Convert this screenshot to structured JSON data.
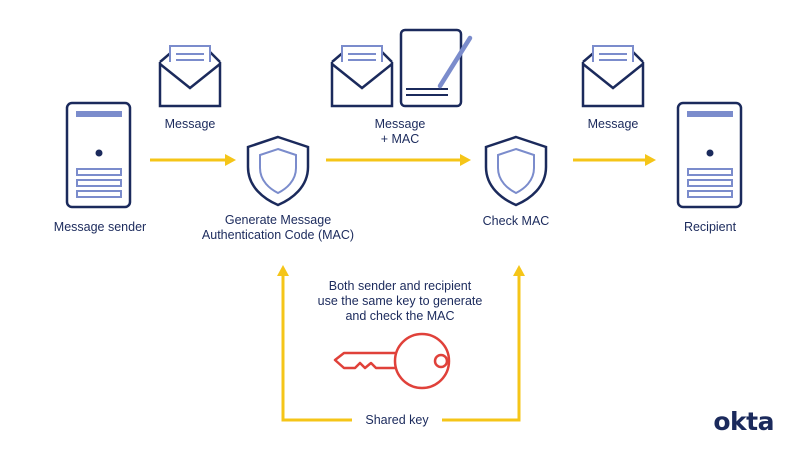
{
  "nodes": {
    "sender": {
      "label": "Message sender"
    },
    "generate": {
      "label_lines": [
        "Generate Message",
        "Authentication Code (MAC)"
      ]
    },
    "check": {
      "label": "Check MAC"
    },
    "recipient": {
      "label": "Recipient"
    }
  },
  "messages": {
    "first": {
      "label": "Message"
    },
    "second": {
      "label_lines": [
        "Message",
        "+ MAC"
      ]
    },
    "third": {
      "label": "Message"
    }
  },
  "note": {
    "lines": [
      "Both sender and recipient",
      "use the same key to generate",
      "and check the MAC"
    ]
  },
  "shared_key": {
    "label": "Shared key"
  },
  "brand": {
    "logo_text": "okta"
  },
  "colors": {
    "navy": "#1b2a5c",
    "accent_blue": "#7b8ccc",
    "light_blue": "#a9b5df",
    "arrow_yellow": "#f5c518",
    "key_red": "#e0413a"
  }
}
